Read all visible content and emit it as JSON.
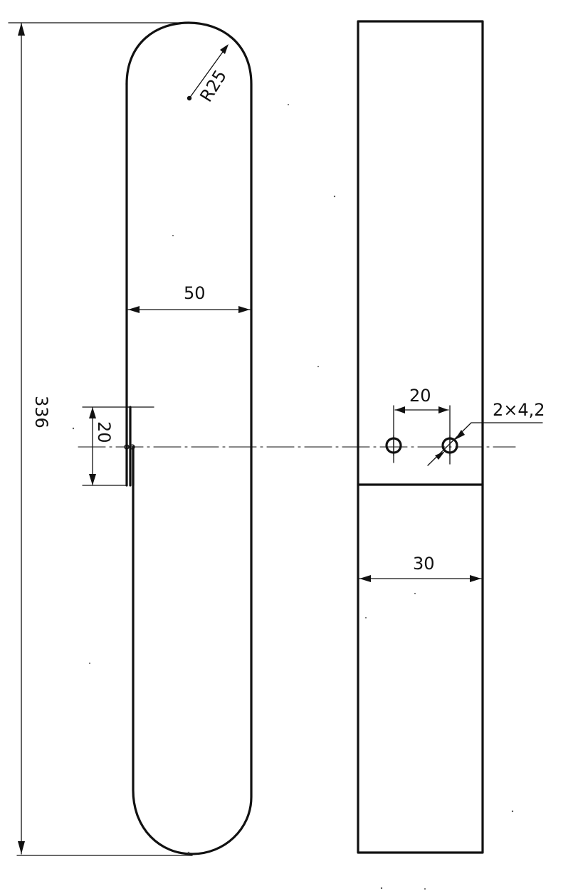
{
  "drawing": {
    "ink_color": "#111111",
    "paper_color": "#ffffff",
    "dimensions": {
      "overall_length": "336",
      "end_radius": "R25",
      "strip_width": "50",
      "slot_length": "20",
      "hole_spacing": "20",
      "holes": "2×4,2",
      "side_width": "30"
    }
  }
}
